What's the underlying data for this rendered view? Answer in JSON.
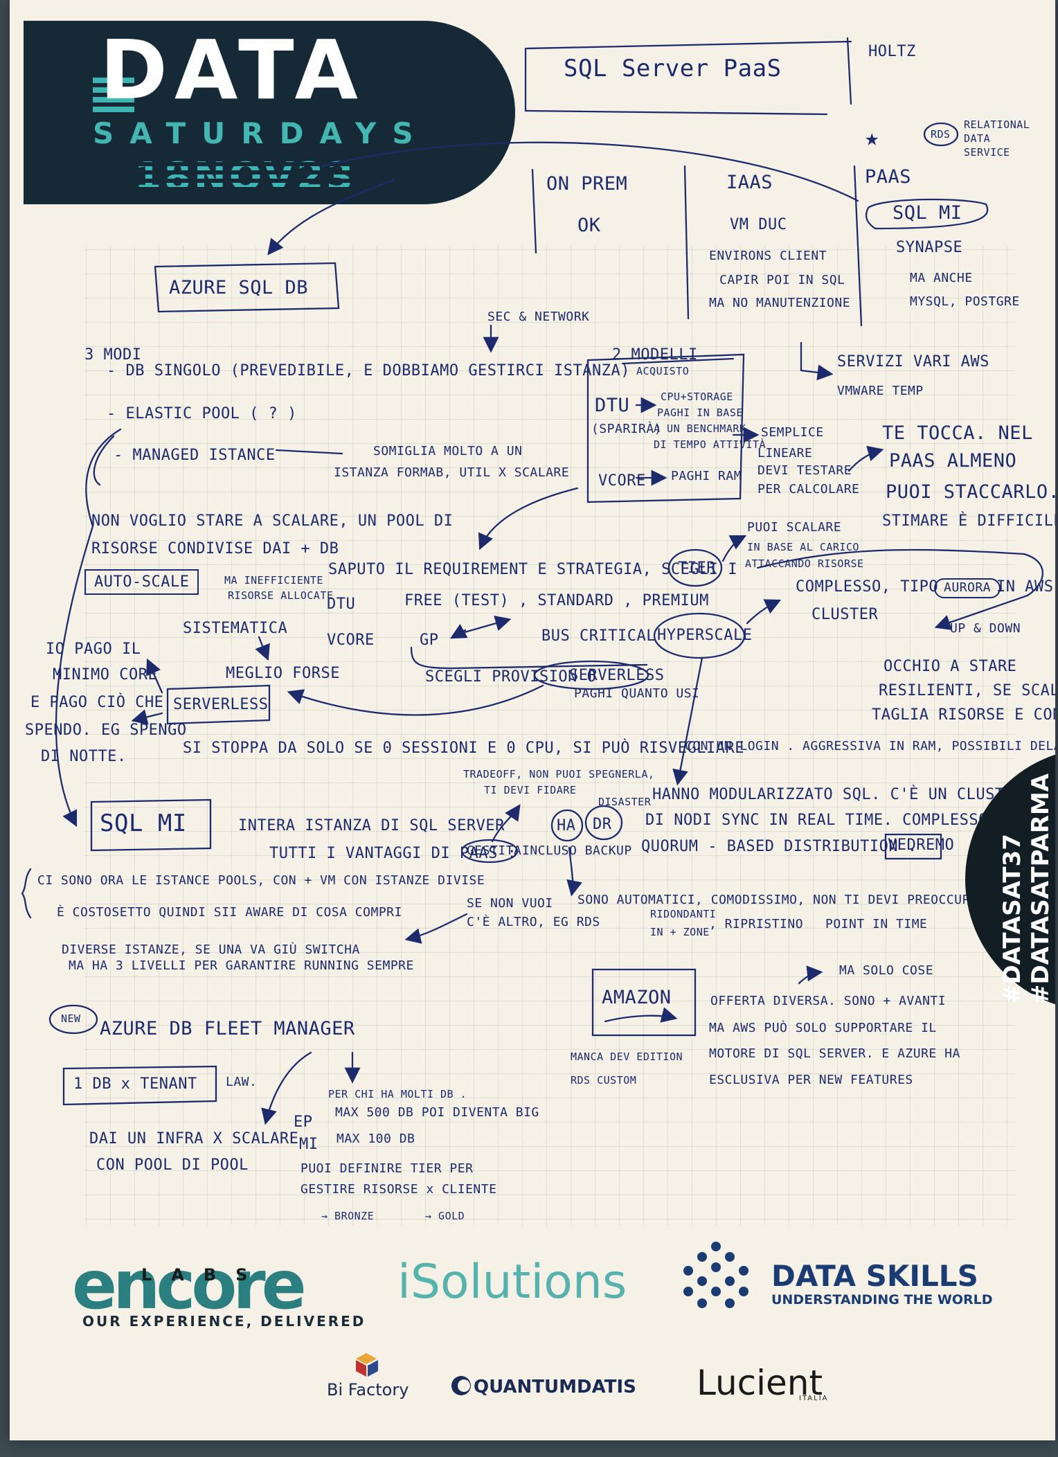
{
  "header": {
    "logo_title": "DATA",
    "logo_sub": "SATURDAYS",
    "logo_date": "18NOV23"
  },
  "side_badge": {
    "line1": "#DATASAT37",
    "line2": "#DATASATPARMA"
  },
  "notes": {
    "title": "SQL Server PaaS",
    "author": "HOLTZ",
    "star": "★",
    "rds_abbr": "RDS",
    "rds_def1": "RELATIONAL",
    "rds_def2": "DATA",
    "rds_def3": "SERVICE",
    "col_onprem1": "ON PREM",
    "col_onprem2": "OK",
    "col_iaas1": "IAAS",
    "col_iaas2": "VM DUC",
    "col_iaas3": "ENVIRONS CLIENT",
    "col_iaas4": "CAPIR POI IN SQL",
    "col_iaas5": "MA NO MANUTENZIONE",
    "col_paas1": "PAAS",
    "col_paas2": "SQL MI",
    "col_paas3": "SYNAPSE",
    "col_paas4": "MA ANCHE",
    "col_paas5": "MYSQL, POSTGRE",
    "azure_sql_db": "AZURE SQL DB",
    "sec_network": "SEC & NETWORK",
    "modes_title": "3 MODI",
    "mode1": "- DB SINGOLO (PREVEDIBILE, E DOBBIAMO GESTIRCI ISTANZA)",
    "mode2": "- ELASTIC POOL ( ? )",
    "mode3": "- MANAGED ISTANCE",
    "mode3_note1": "SOMIGLIA MOLTO A UN",
    "mode3_note2": "ISTANZA  FORMAB, UTIL X SCALARE",
    "purchase_title": "2 MODELLI",
    "purchase_sub": "ACQUISTO",
    "dtu_label": "DTU",
    "dtu_sub": "(SPARIRÀ)",
    "dtu_note1": "CPU+STORAGE",
    "dtu_note2": "PAGHI IN BASE",
    "dtu_note3": "A UN BENCHMARK",
    "dtu_note4": "DI TEMPO ATTIVITÀ",
    "vcore_label": "VCORE",
    "vcore_note": "PAGHI RAM",
    "simple1": "SEMPLICE",
    "simple2": "LINEARE",
    "simple3": "DEVI TESTARE",
    "simple4": "PER CALCOLARE",
    "aws1": "SERVIZI VARI AWS",
    "aws2": "VMWARE TEMP",
    "tocca1": "TE TOCCA. NEL",
    "tocca2": "PAAS ALMENO",
    "tocca3": "PUOI STACCARLO.",
    "tocca4": "STIMARE È DIFFICILE",
    "pool1": "NON VOGLIO STARE A SCALARE, UN POOL DI",
    "pool2": "RISORSE CONDIVISE DAI + DB",
    "autoscale": "AUTO-SCALE",
    "inefficient1": "MA INEFFICIENTE",
    "inefficient2": "RISORSE ALLOCATE",
    "requirement": "SAPUTO IL REQUIREMENT E STRATEGIA, SCEGLI I",
    "tier": "TIER",
    "scale1": "PUOI SCALARE",
    "scale2": "IN BASE AL CARICO",
    "scale3": "ATTACCANDO RISORSE",
    "dtu_tiers_label": "DTU",
    "dtu_tiers": "FREE (TEST) , STANDARD , PREMIUM",
    "vcore_tiers_label": "VCORE",
    "vcore_gp": "GP",
    "vcore_bc": "BUS CRITICAL",
    "hyperscale": "HYPERSCALE",
    "complex1": "COMPLESSO, TIPO",
    "complex_aurora": "AURORA",
    "complex2": "IN AWS",
    "complex3": "CLUSTER",
    "updown": "UP & DOWN",
    "resilient1": "OCCHIO A STARE",
    "resilient2": "RESILIENTI, SE SCALA DOWN",
    "resilient3": "TAGLIA RISORSE E CONNESSIONI",
    "systematic": "SISTEMATICA",
    "better": "MEGLIO FORSE",
    "provision": "SCEGLI PROVISION O",
    "serverless_inline": "SERVERLESS",
    "pay_use": "PAGHI QUANTO USI",
    "serverless_box": "SERVERLESS",
    "pay1": "IO PAGO IL",
    "pay2": "MINIMO CORE",
    "pay3": "E PAGO CIÒ CHE",
    "pay4": "SPENDO. EG SPENGO",
    "pay5": "DI NOTTE.",
    "stop_line": "SI STOPPA DA SOLO SE 0 SESSIONI E 0 CPU, SI PUÒ RISVEGLIARE",
    "login_line": "CON UN LOGIN . AGGRESSIVA IN RAM, POSSIBILI DELAY",
    "tradeoff1": "TRADEOFF, NON PUOI SPEGNERLA,",
    "tradeoff2": "TI DEVI FIDARE",
    "ha": "HA",
    "dr": "DR",
    "dr_note": "DISASTER",
    "modular1": "HANNO MODULARIZZATO SQL. C'È UN CLUSTER",
    "modular2": "DI NODI SYNC IN REAL TIME. COMPLESSO.",
    "modular3": "QUORUM - BASED DISTRIBUTION .",
    "vedremo": "VEDREMO",
    "sqlmi_box": "SQL MI",
    "sqlmi1": "INTERA ISTANZA DI SQL SERVER",
    "sqlmi2": "TUTTI I VANTAGGI DI PAAS :",
    "gestita": "GESTITA",
    "backup": "INCLUSO BACKUP",
    "pools1": "CI SONO ORA LE ISTANCE POOLS, CON + VM CON ISTANZE DIVISE",
    "pools2": "È COSTOSETTO QUINDI SII AWARE DI COSA COMPRI",
    "nonvuoi1": "SE NON VUOI",
    "nonvuoi2": "C'È ALTRO, EG RDS",
    "auto1": "SONO AUTOMATICI, COMODISSIMO, NON TI DEVI PREOCCUPARE",
    "ridondanti": "RIDONDANTI",
    "zone": "IN + ZONE",
    "restore": ", RIPRISTINO",
    "pit": "POINT IN TIME",
    "levels1": "DIVERSE ISTANZE, SE UNA VA GIÙ SWITCHA",
    "levels2": "MA HA 3 LIVELLI PER GARANTIRE RUNNING SEMPRE",
    "new_badge": "NEW",
    "fleet": "AZURE DB FLEET MANAGER",
    "tenant": "1 DB x TENANT",
    "tenant_note": "LAW.",
    "fleet_line1": "PER CHI HA MOLTI DB .",
    "fleet_line2": "MAX 500 DB  POI DIVENTA BIG",
    "fleet_ep": "EP",
    "fleet_mi": "MI",
    "fleet_line3": "MAX 100 DB",
    "fleet_line4": "PUOI DEFINIRE TIER PER",
    "fleet_line5": "GESTIRE RISORSE x CLIENTE",
    "fleet_bronze": "→ BRONZE",
    "fleet_gold": "→ GOLD",
    "infra1": "DAI UN INFRA X SCALARE",
    "infra2": "CON POOL DI POOL",
    "amazon": "AMAZON",
    "amazon_top": "MA SOLO COSE",
    "amazon1": "OFFERTA DIVERSA. SONO + AVANTI",
    "amazon2": "MA AWS PUÒ SOLO SUPPORTARE IL",
    "amazon3": "MOTORE DI SQL SERVER. E AZURE HA",
    "amazon4": "ESCLUSIVA PER NEW FEATURES",
    "missing1": "MANCA DEV EDITION",
    "missing2": "RDS CUSTOM"
  },
  "sponsors": {
    "encore": "encore",
    "encore_labs": "LABS",
    "encore_tag": "OUR EXPERIENCE, DELIVERED",
    "isolutions": "iSolutions",
    "dataskills": "DATA SKILLS",
    "dataskills_tag": "UNDERSTANDING THE WORLD",
    "bifactory": "Bi Factory",
    "quantumdatis": "QUANTUMDATIS",
    "lucient": "Lucient",
    "lucient_sub": "ITALIA"
  },
  "colors": {
    "ink": "#1d2a6b",
    "banner": "#152a36",
    "teal": "#3fb5b3",
    "paper": "#f6f1e6"
  }
}
